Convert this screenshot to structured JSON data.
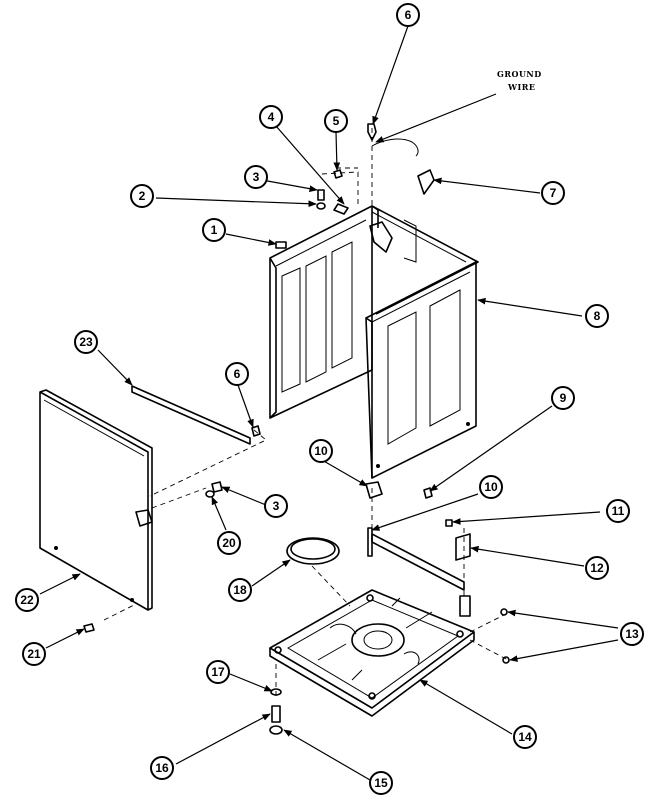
{
  "diagram": {
    "note_lines": [
      "GROUND",
      "WIRE"
    ],
    "callouts": [
      "6",
      "4",
      "5",
      "3",
      "2",
      "1",
      "7",
      "8",
      "23",
      "6",
      "9",
      "10",
      "10",
      "3",
      "20",
      "11",
      "12",
      "18",
      "22",
      "21",
      "13",
      "17",
      "14",
      "16",
      "15"
    ]
  }
}
